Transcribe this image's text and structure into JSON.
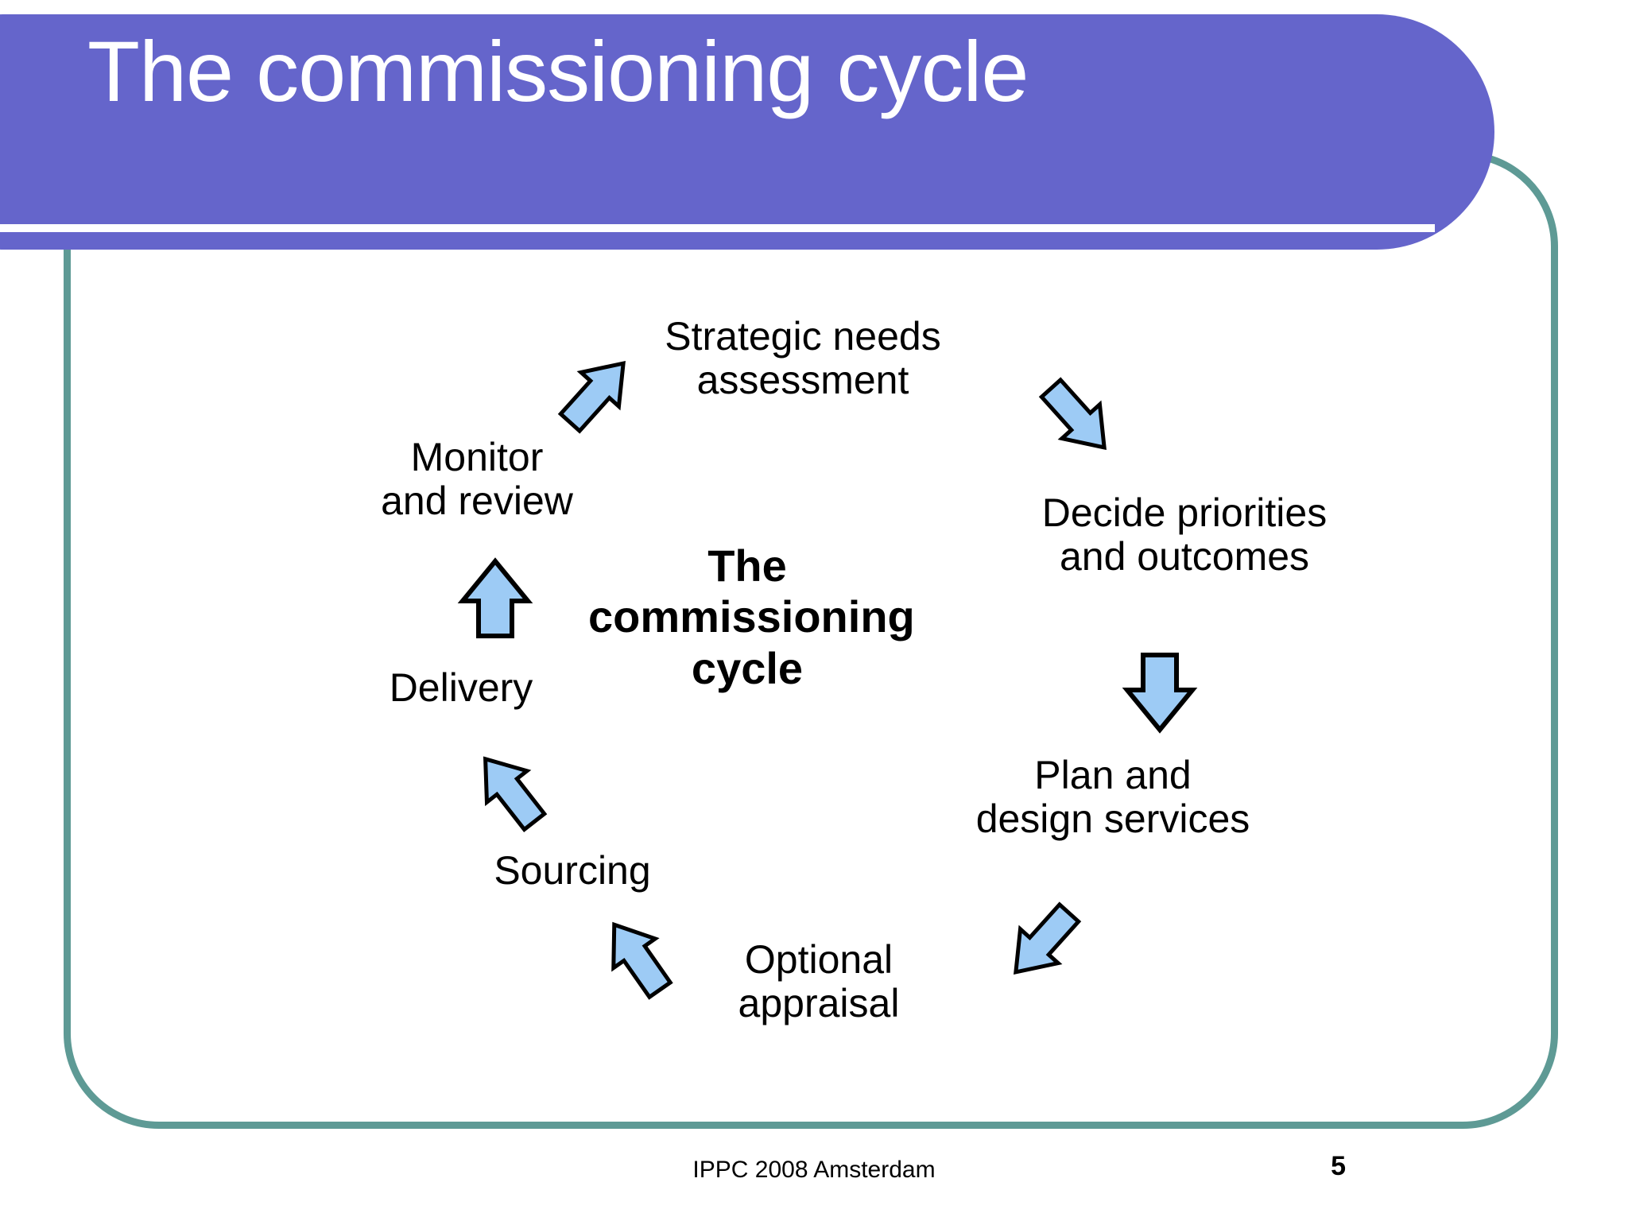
{
  "slide": {
    "title": "The commissioning cycle",
    "footer_text": "IPPC 2008 Amsterdam",
    "page_number": "5"
  },
  "colors": {
    "banner_purple": "#6565cb",
    "frame_teal": "#5e9a95",
    "arrow_fill": "#9dcbf5",
    "arrow_stroke": "#000000",
    "title_text": "#ffffff",
    "body_text": "#000000",
    "background": "#ffffff"
  },
  "diagram": {
    "type": "cycle",
    "center_label": "The\ncommissioning\ncycle",
    "stages": [
      {
        "id": "strategic-needs-assessment",
        "label": "Strategic needs\nassessment",
        "position": "top"
      },
      {
        "id": "decide-priorities-and-outcomes",
        "label": "Decide priorities\nand outcomes",
        "position": "upper-right"
      },
      {
        "id": "plan-and-design-services",
        "label": "Plan and\ndesign services",
        "position": "lower-right"
      },
      {
        "id": "optional-appraisal",
        "label": "Optional\nappraisal",
        "position": "bottom"
      },
      {
        "id": "sourcing",
        "label": "Sourcing",
        "position": "lower-left"
      },
      {
        "id": "delivery",
        "label": "Delivery",
        "position": "left"
      },
      {
        "id": "monitor-and-review",
        "label": "Monitor\nand review",
        "position": "upper-left"
      }
    ],
    "arrows": [
      {
        "id": "arrow-monitor-to-strategic",
        "direction": "up-right",
        "rotation_deg": 40
      },
      {
        "id": "arrow-strategic-to-decide",
        "direction": "down-right",
        "rotation_deg": 140
      },
      {
        "id": "arrow-decide-to-plan",
        "direction": "down",
        "rotation_deg": 180
      },
      {
        "id": "arrow-plan-to-optional",
        "direction": "down-left",
        "rotation_deg": 220
      },
      {
        "id": "arrow-optional-to-sourcing",
        "direction": "up-left",
        "rotation_deg": 300
      },
      {
        "id": "arrow-sourcing-to-delivery",
        "direction": "up-left",
        "rotation_deg": 315
      },
      {
        "id": "arrow-delivery-to-monitor",
        "direction": "up",
        "rotation_deg": 0
      }
    ]
  }
}
